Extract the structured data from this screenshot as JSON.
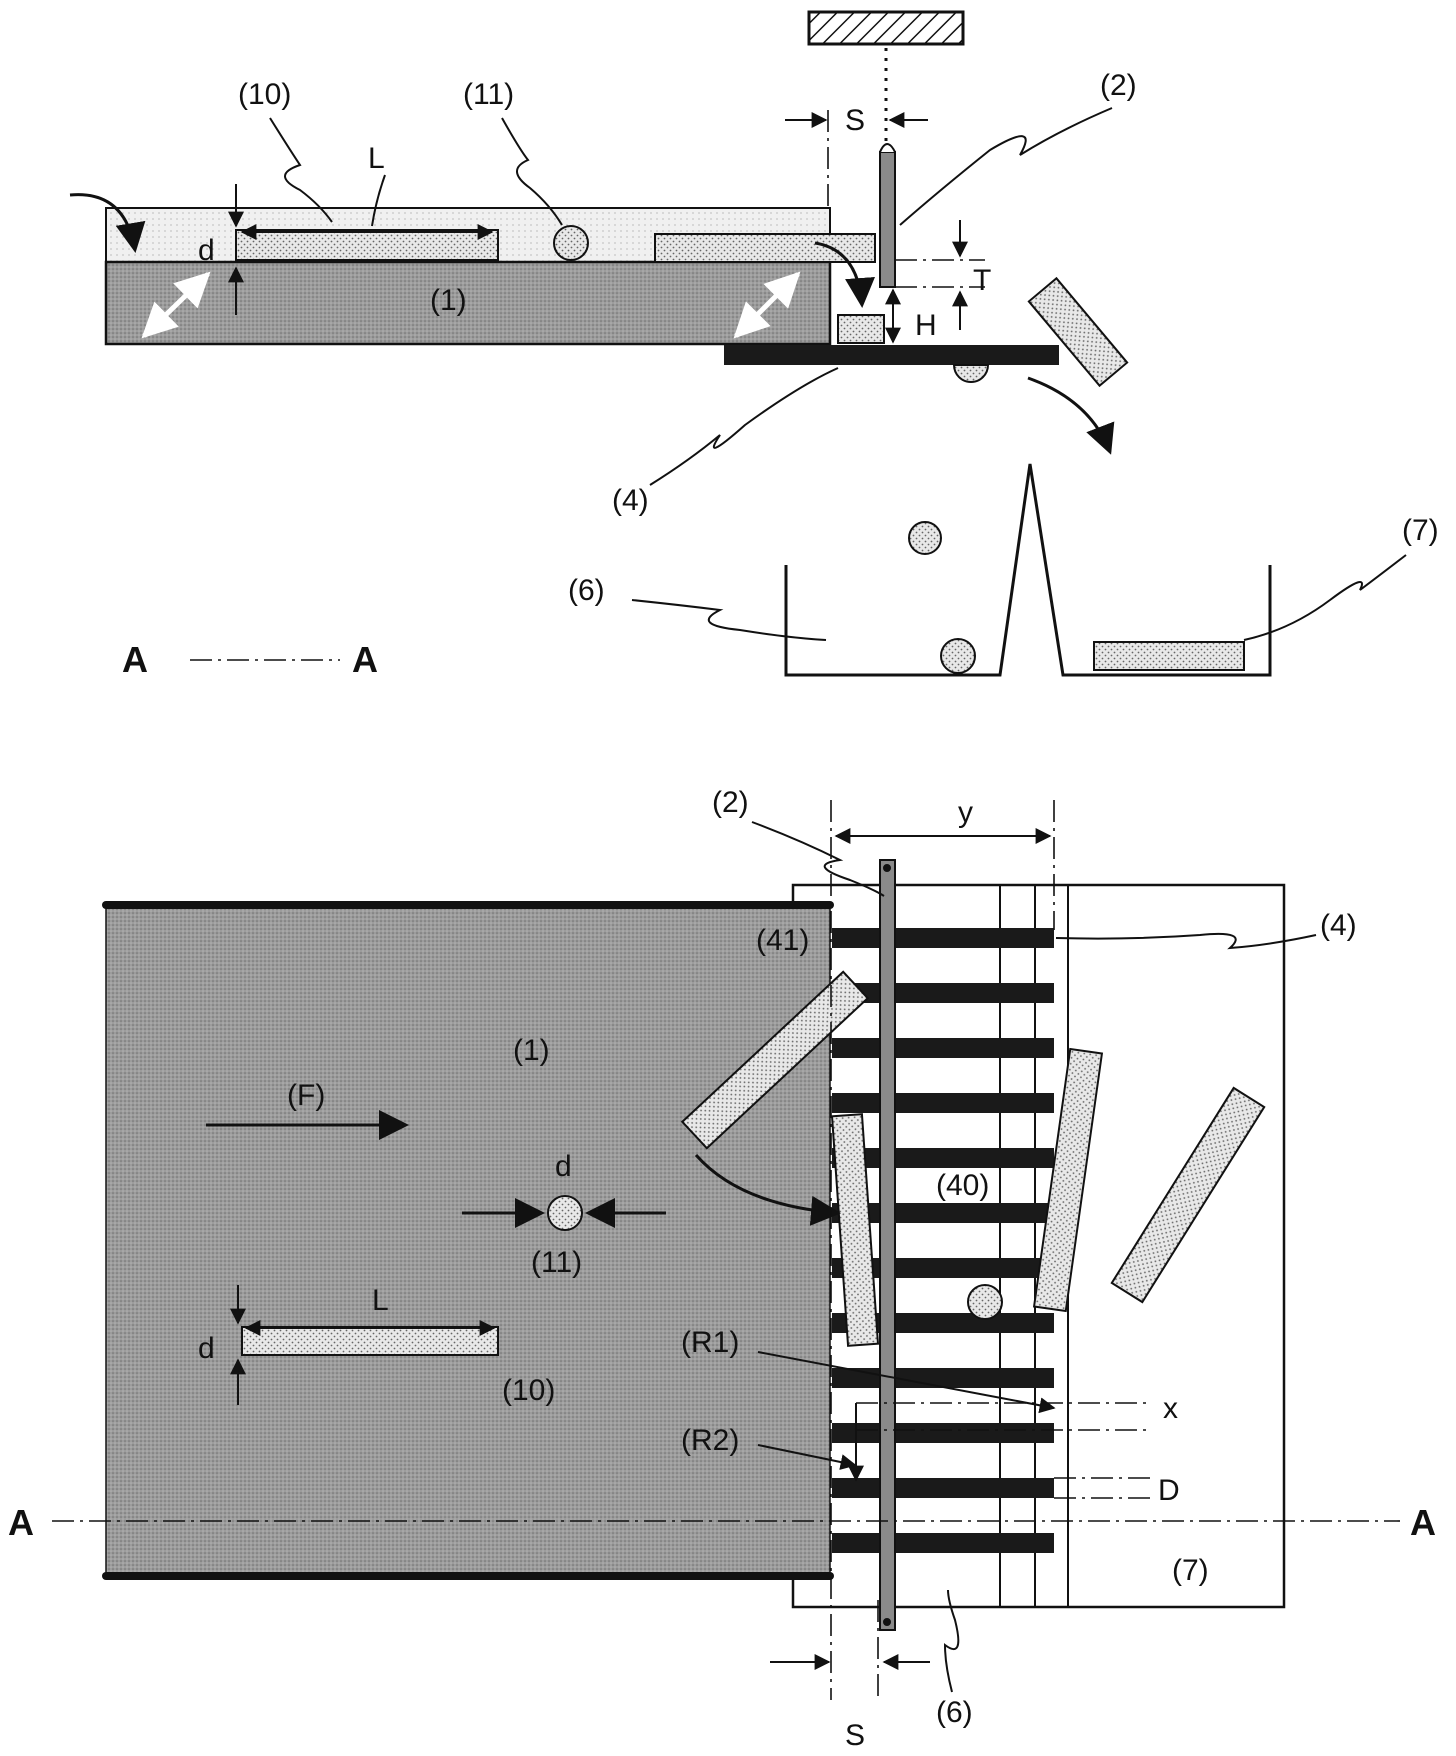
{
  "labels": {
    "n10": "(10)",
    "n11": "(11)",
    "n2": "(2)",
    "n4": "(4)",
    "n6": "(6)",
    "n7": "(7)",
    "n1": "(1)",
    "n41": "(41)",
    "n40": "(40)",
    "nF": "(F)",
    "nR1": "(R1)",
    "nR2": "(R2)",
    "L": "L",
    "d": "d",
    "S": "S",
    "T": "T",
    "H": "H",
    "y": "y",
    "x": "x",
    "D": "D",
    "A": "A"
  },
  "colors": {
    "conveyor": "#9a9a9a",
    "particle": "#e6e6e6",
    "rail": "#111111",
    "blade": "#8a8a8a"
  }
}
